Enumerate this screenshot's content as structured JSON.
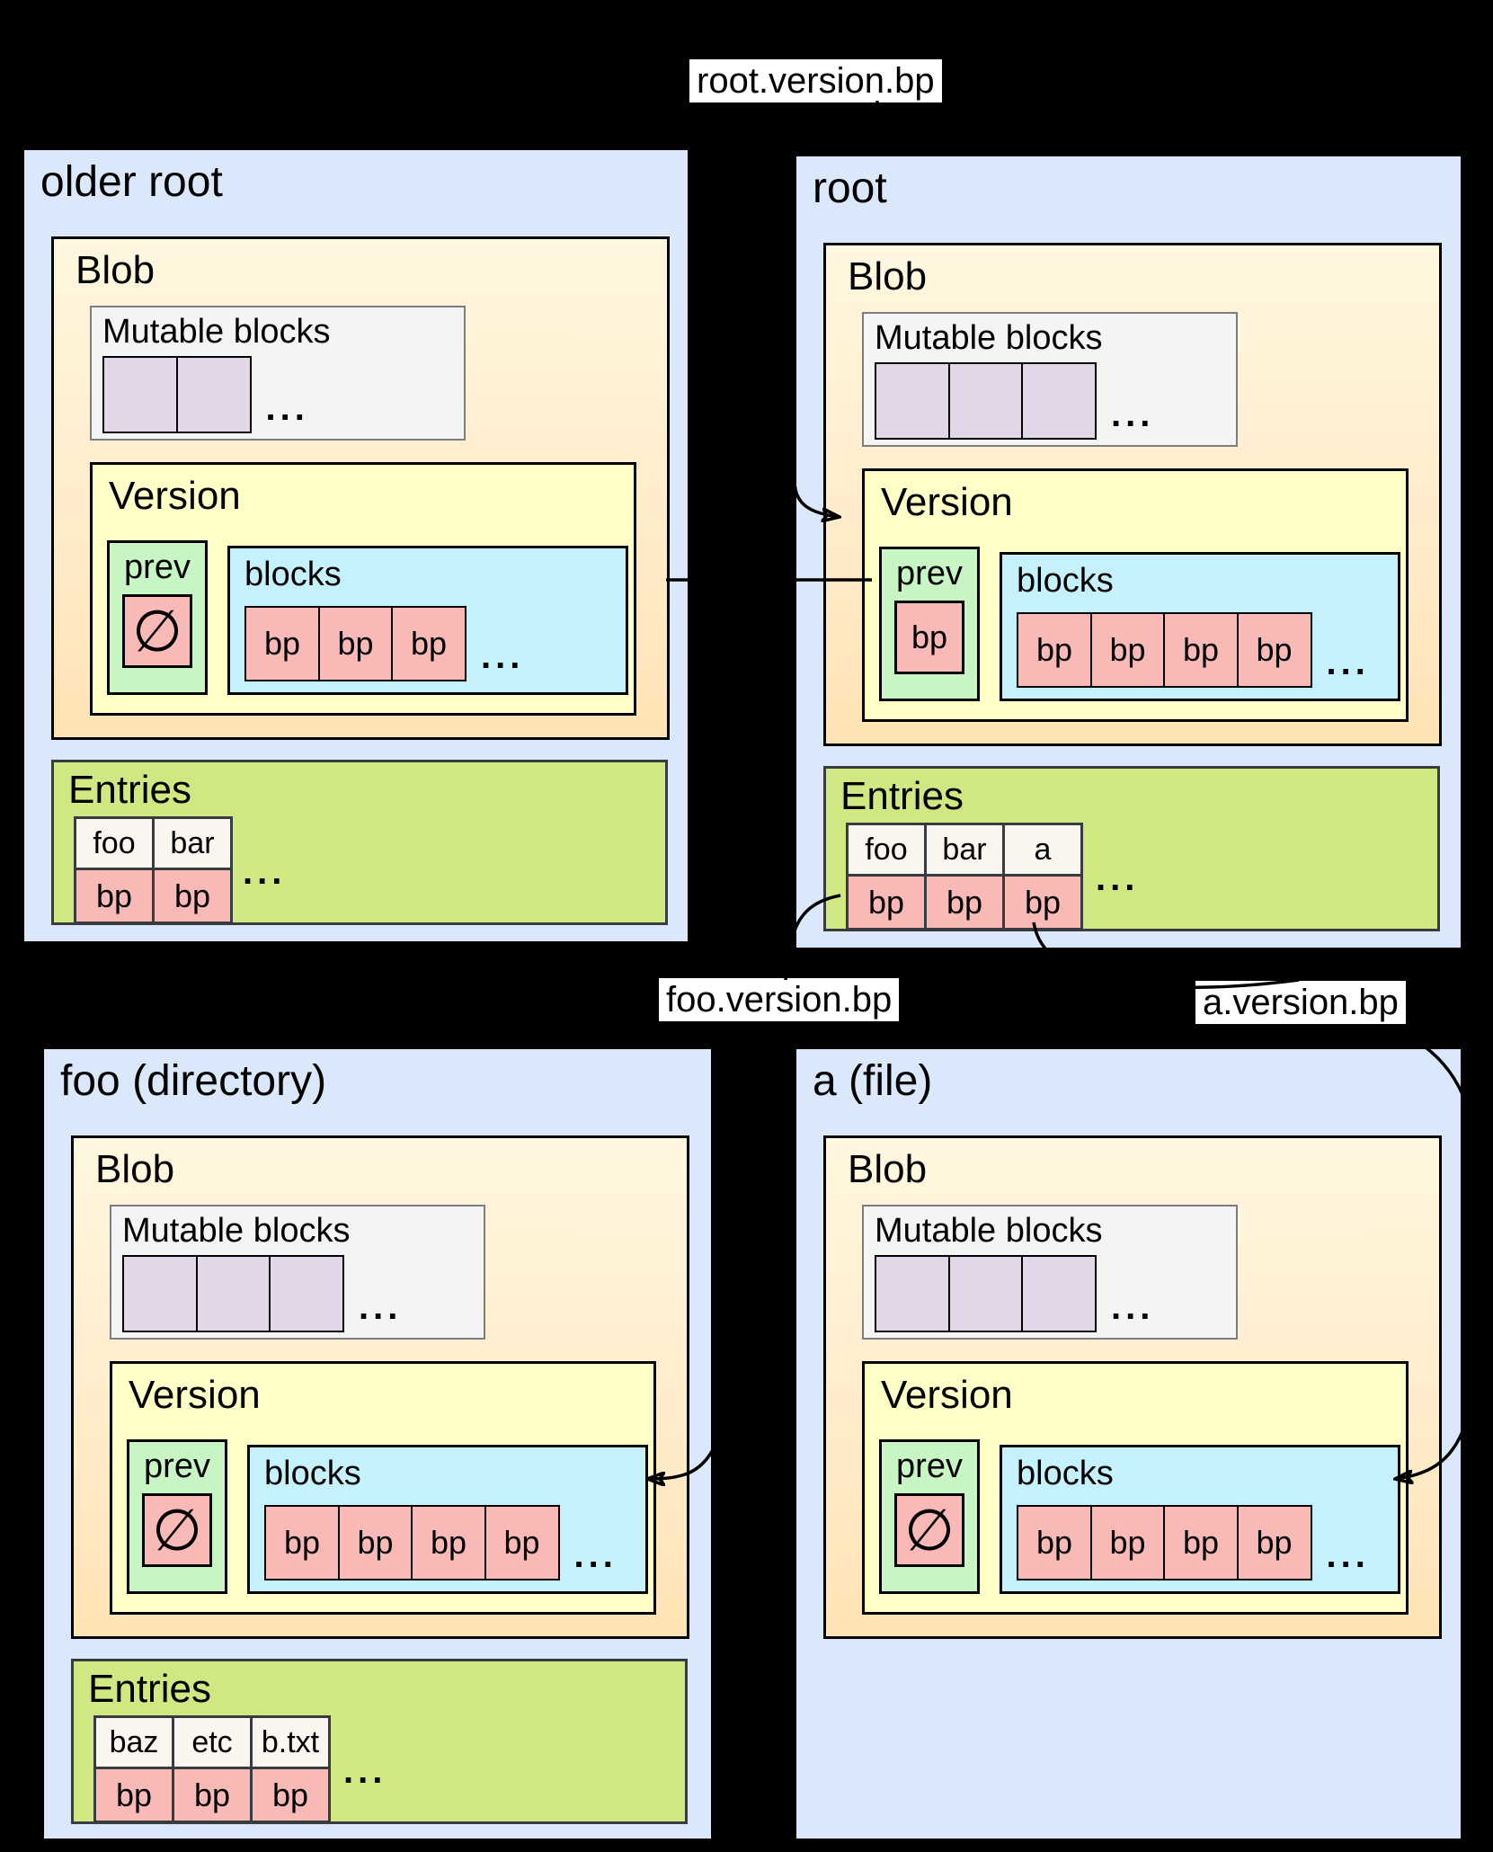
{
  "pointer_labels": {
    "root_version_bp": "root.version.bp",
    "foo_version_bp": "foo.version.bp",
    "a_version_bp": "a.version.bp"
  },
  "colors": {
    "background": "#000000",
    "container_fill": "#dbe8fb",
    "blob_fill": "#ffeccb",
    "version_fill": "#ffffc8",
    "prev_fill": "#c8f5c4",
    "blocks_fill": "#c5f1fc",
    "pointer_cell_fill": "#f9b9b6",
    "entries_fill": "#cfe881",
    "entry_name_fill": "#f8f6ef",
    "mutable_fill": "#f4f4f4",
    "mutable_cell_fill": "#e2d6e9",
    "pointer_label_fill": "#ffffff"
  },
  "boxes": {
    "older_root": {
      "title": "older root",
      "blob": {
        "label": "Blob",
        "mutable": {
          "label": "Mutable blocks",
          "cell_count": 2,
          "ellipsis": "..."
        },
        "version": {
          "label": "Version",
          "prev": {
            "label": "prev",
            "value": "∅"
          },
          "blocks": {
            "label": "blocks",
            "cells": [
              "bp",
              "bp",
              "bp"
            ],
            "ellipsis": "..."
          }
        }
      },
      "entries": {
        "label": "Entries",
        "names": [
          "foo",
          "bar"
        ],
        "pointers": [
          "bp",
          "bp"
        ],
        "ellipsis": "..."
      }
    },
    "root": {
      "title": "root",
      "blob": {
        "label": "Blob",
        "mutable": {
          "label": "Mutable blocks",
          "cell_count": 3,
          "ellipsis": "..."
        },
        "version": {
          "label": "Version",
          "prev": {
            "label": "prev",
            "value": "bp"
          },
          "blocks": {
            "label": "blocks",
            "cells": [
              "bp",
              "bp",
              "bp",
              "bp"
            ],
            "ellipsis": "..."
          }
        }
      },
      "entries": {
        "label": "Entries",
        "names": [
          "foo",
          "bar",
          "a"
        ],
        "pointers": [
          "bp",
          "bp",
          "bp"
        ],
        "ellipsis": "..."
      }
    },
    "foo": {
      "title": "foo (directory)",
      "blob": {
        "label": "Blob",
        "mutable": {
          "label": "Mutable blocks",
          "cell_count": 3,
          "ellipsis": "..."
        },
        "version": {
          "label": "Version",
          "prev": {
            "label": "prev",
            "value": "∅"
          },
          "blocks": {
            "label": "blocks",
            "cells": [
              "bp",
              "bp",
              "bp",
              "bp"
            ],
            "ellipsis": "..."
          }
        }
      },
      "entries": {
        "label": "Entries",
        "names": [
          "baz",
          "etc",
          "b.txt"
        ],
        "pointers": [
          "bp",
          "bp",
          "bp"
        ],
        "ellipsis": "..."
      }
    },
    "a": {
      "title": "a (file)",
      "blob": {
        "label": "Blob",
        "mutable": {
          "label": "Mutable blocks",
          "cell_count": 3,
          "ellipsis": "..."
        },
        "version": {
          "label": "Version",
          "prev": {
            "label": "prev",
            "value": "∅"
          },
          "blocks": {
            "label": "blocks",
            "cells": [
              "bp",
              "bp",
              "bp",
              "bp"
            ],
            "ellipsis": "..."
          }
        }
      }
    }
  }
}
